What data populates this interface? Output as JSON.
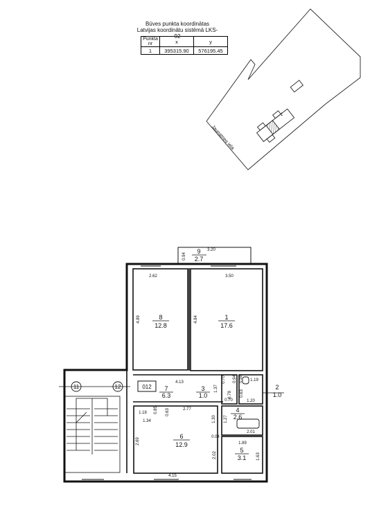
{
  "header": {
    "title": "Būves punkta koordinātas",
    "subtitle": "Latvijas koordinātu sistēmā LKS-92"
  },
  "coords_table": {
    "col_point": "Punkta nr",
    "col_x": "x",
    "col_y": "y",
    "rows": [
      {
        "nr": "1",
        "x": "395315.90",
        "y": "576195.45"
      }
    ]
  },
  "site_plan": {
    "street": "Jaunatnes iela",
    "building_mark": "1"
  },
  "floor_plan": {
    "rooms": [
      {
        "num": "1",
        "area": "17.6"
      },
      {
        "num": "2",
        "area": "1.0"
      },
      {
        "num": "3",
        "area": "1.0"
      },
      {
        "num": "4",
        "area": "2.6"
      },
      {
        "num": "5",
        "area": "3.1"
      },
      {
        "num": "6",
        "area": "12.9"
      },
      {
        "num": "7",
        "area": "6.3"
      },
      {
        "num": "8",
        "area": "12.8"
      },
      {
        "num": "9",
        "area": "2.7"
      }
    ],
    "axis_labels": [
      "11",
      "12"
    ],
    "apartment_no": "012",
    "dimensions": [
      "3.20",
      "0.94",
      "2.62",
      "3.50",
      "4.89",
      "4.84",
      "4.13",
      "1.37",
      "0.70",
      "0.58",
      "0.94",
      "1.19",
      "0.78",
      "0.70",
      "0.63",
      "1.20",
      "1.18",
      "0.85",
      "0.63",
      "1.34",
      "2.77",
      "1.30",
      "1.27",
      "0.04",
      "2.01",
      "2.69",
      "2.02",
      "4.15",
      "1.89",
      "1.63"
    ]
  }
}
